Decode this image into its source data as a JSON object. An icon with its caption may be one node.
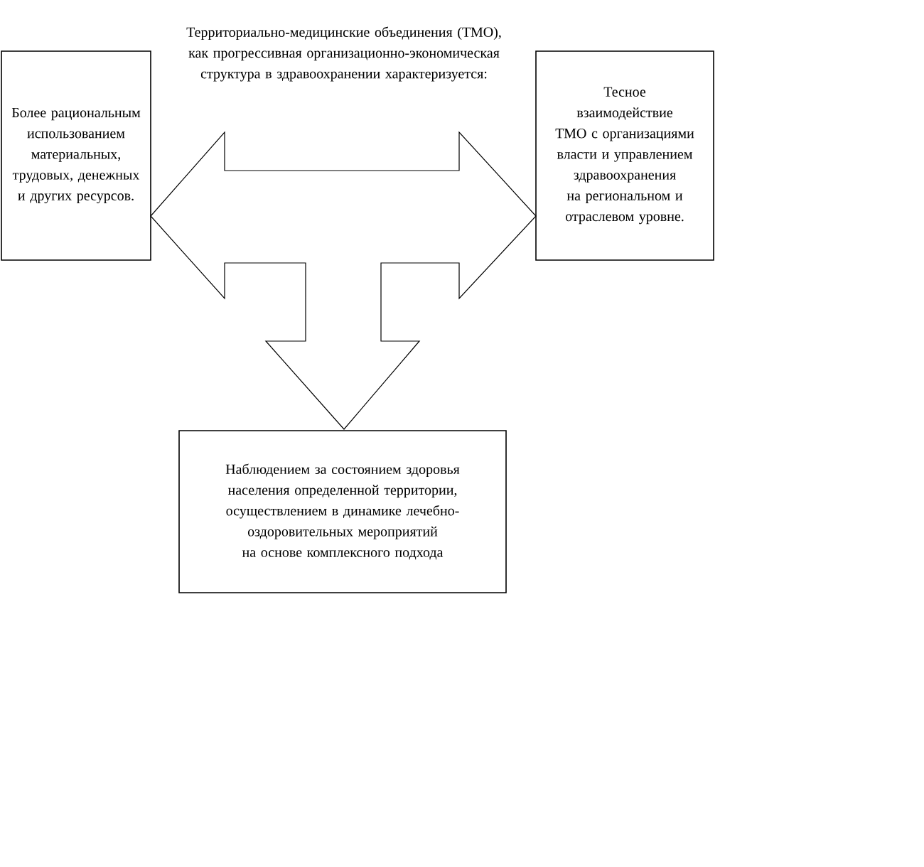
{
  "diagram": {
    "nodes": [
      {
        "text": [
          "Территориально-медицинские объединения (ТМО), как прогрессивная организационно-экономическая структура в здравоохранении характеризуется:"
        ]
      },
      {
        "text": [
          "Более рациональным использованием материальных, трудовых, денежных и других ресурсов."
        ]
      },
      {
        "text": [
          "Тесное взаимодействие ТМО с организациями власти и управлением здравоохранения на региональном и отраслевом уровне."
        ]
      },
      {
        "text": [
          "Наблюдением за состоянием здоровья населения определенной территории, осуществлением в динамике лечебно-оздоровительных мероприятий на основе комплексного подхода"
        ]
      }
    ],
    "edges": [
      {
        "from": 1,
        "to": 2,
        "arrow": "both"
      },
      {
        "from": null,
        "to": 3,
        "arrow": "to"
      }
    ]
  }
}
